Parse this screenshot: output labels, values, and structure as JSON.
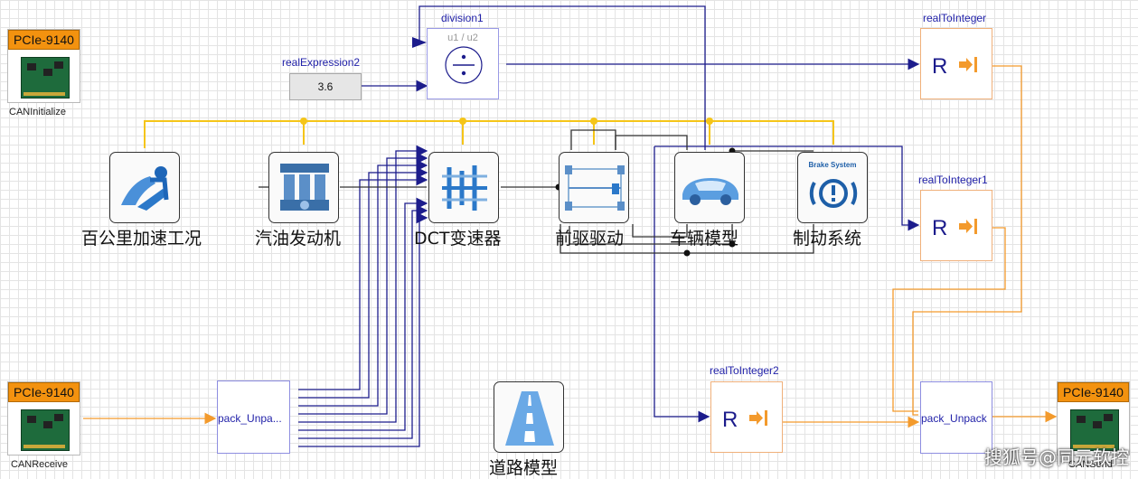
{
  "pcie": {
    "init": {
      "header": "PCIe-9140",
      "caption": "CANInitialize"
    },
    "receive": {
      "header": "PCIe-9140",
      "caption": "CANReceive"
    },
    "send": {
      "header": "PCIe-9140",
      "caption": "CANSend"
    }
  },
  "division": {
    "name": "division1",
    "expr": "u1 / u2"
  },
  "real_expression": {
    "name": "realExpression2",
    "value": "3.6"
  },
  "real_to_integer": {
    "a": {
      "name": "realToInteger",
      "symbol": "R"
    },
    "b": {
      "name": "realToInteger1",
      "symbol": "R"
    },
    "c": {
      "name": "realToInteger2",
      "symbol": "R"
    }
  },
  "components": {
    "drive_cycle": "百公里加速工况",
    "engine": "汽油发动机",
    "dct": "DCT变速器",
    "fwd": "前驱驱动",
    "vehicle": "车辆模型",
    "brake": "制动系统",
    "brake_icon_text": "Brake System",
    "road": "道路模型"
  },
  "pack_left": {
    "label": "pack_Unpa..."
  },
  "pack_right": {
    "label": "pack_Unpack"
  },
  "watermark": "搜狐号@同元软控",
  "colors": {
    "signal": "#1c1c8c",
    "bus": "#f5c518",
    "integer": "#f39a2c",
    "mech": "#333333"
  }
}
